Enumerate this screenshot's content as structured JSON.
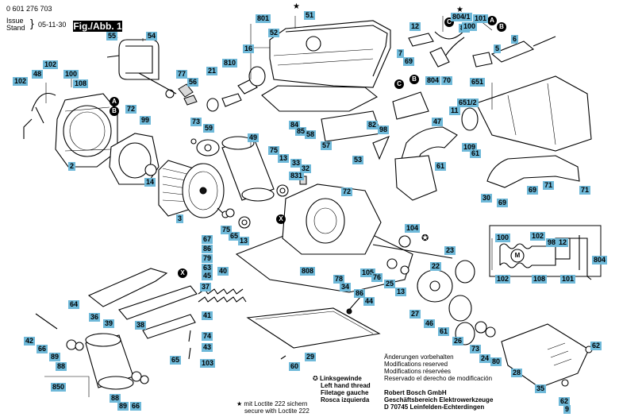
{
  "header": {
    "doc_number": "0 601 276 703",
    "issue_label": "Issue",
    "stand_label": "Stand",
    "issue_date": "05-11-30",
    "fig_label": "Fig./Abb. 1"
  },
  "legend": {
    "left_thread": [
      "Linksgewinde",
      "Left hand thread",
      "Filetage gauche",
      "Rosca izquierda"
    ],
    "loctite": [
      "mit Loctite 222 sichern",
      "secure with Loctite 222"
    ],
    "modifications": [
      "Änderungen vorbehalten",
      "Modifications reserved",
      "Modifications réservées",
      "Reservado el derecho de modificación"
    ],
    "company": [
      "Robert Bosch GmbH",
      "Geschäftsbereich Elektrowerkzeuge",
      "D 70745 Leinfelden-Echterdingen"
    ]
  },
  "callouts": [
    {
      "id": "c801",
      "text": "801"
    },
    {
      "id": "c51",
      "text": "51"
    },
    {
      "id": "c52",
      "text": "52"
    },
    {
      "id": "c16",
      "text": "16"
    },
    {
      "id": "c810",
      "text": "810"
    },
    {
      "id": "c21",
      "text": "21"
    },
    {
      "id": "c55",
      "text": "55"
    },
    {
      "id": "c54",
      "text": "54"
    },
    {
      "id": "c77",
      "text": "77"
    },
    {
      "id": "c56",
      "text": "56"
    },
    {
      "id": "c102a",
      "text": "102"
    },
    {
      "id": "c48",
      "text": "48"
    },
    {
      "id": "c100a",
      "text": "100"
    },
    {
      "id": "c108",
      "text": "108"
    },
    {
      "id": "c102b",
      "text": "102"
    },
    {
      "id": "c72a",
      "text": "72"
    },
    {
      "id": "c2",
      "text": "2"
    },
    {
      "id": "c99",
      "text": "99"
    },
    {
      "id": "c14",
      "text": "14"
    },
    {
      "id": "c3",
      "text": "3"
    },
    {
      "id": "c73a",
      "text": "73"
    },
    {
      "id": "c59",
      "text": "59"
    },
    {
      "id": "c49",
      "text": "49"
    },
    {
      "id": "c75a",
      "text": "75"
    },
    {
      "id": "c13a",
      "text": "13"
    },
    {
      "id": "c33",
      "text": "33"
    },
    {
      "id": "c32",
      "text": "32"
    },
    {
      "id": "c831",
      "text": "831"
    },
    {
      "id": "c72b",
      "text": "72"
    },
    {
      "id": "c75b",
      "text": "75"
    },
    {
      "id": "c65a",
      "text": "65"
    },
    {
      "id": "c13b",
      "text": "13"
    },
    {
      "id": "c12",
      "text": "12"
    },
    {
      "id": "c804a",
      "text": "804/1"
    },
    {
      "id": "c83",
      "text": "83"
    },
    {
      "id": "c101a",
      "text": "101"
    },
    {
      "id": "c100b",
      "text": "100"
    },
    {
      "id": "c6",
      "text": "6"
    },
    {
      "id": "c5",
      "text": "5"
    },
    {
      "id": "c7",
      "text": "7"
    },
    {
      "id": "c69a",
      "text": "69"
    },
    {
      "id": "c804b",
      "text": "804"
    },
    {
      "id": "c70",
      "text": "70"
    },
    {
      "id": "c651",
      "text": "651"
    },
    {
      "id": "c6512",
      "text": "651/2"
    },
    {
      "id": "c11",
      "text": "11"
    },
    {
      "id": "c47",
      "text": "47"
    },
    {
      "id": "c109",
      "text": "109"
    },
    {
      "id": "c61a",
      "text": "61"
    },
    {
      "id": "c61b",
      "text": "61"
    },
    {
      "id": "c84",
      "text": "84"
    },
    {
      "id": "c85",
      "text": "85"
    },
    {
      "id": "c58",
      "text": "58"
    },
    {
      "id": "c82",
      "text": "82"
    },
    {
      "id": "c98a",
      "text": "98"
    },
    {
      "id": "c57",
      "text": "57"
    },
    {
      "id": "c53",
      "text": "53"
    },
    {
      "id": "c30",
      "text": "30"
    },
    {
      "id": "c69b",
      "text": "69"
    },
    {
      "id": "c69c",
      "text": "69"
    },
    {
      "id": "c71a",
      "text": "71"
    },
    {
      "id": "c71b",
      "text": "71"
    },
    {
      "id": "c67",
      "text": "67"
    },
    {
      "id": "c86a",
      "text": "86"
    },
    {
      "id": "c79",
      "text": "79"
    },
    {
      "id": "c63",
      "text": "63"
    },
    {
      "id": "c45",
      "text": "45"
    },
    {
      "id": "c40",
      "text": "40"
    },
    {
      "id": "c37",
      "text": "37"
    },
    {
      "id": "c64",
      "text": "64"
    },
    {
      "id": "c36",
      "text": "36"
    },
    {
      "id": "c39",
      "text": "39"
    },
    {
      "id": "c38",
      "text": "38"
    },
    {
      "id": "c41",
      "text": "41"
    },
    {
      "id": "c42",
      "text": "42"
    },
    {
      "id": "c66a",
      "text": "66"
    },
    {
      "id": "c89a",
      "text": "89"
    },
    {
      "id": "c88a",
      "text": "88"
    },
    {
      "id": "c65b",
      "text": "65"
    },
    {
      "id": "c74",
      "text": "74"
    },
    {
      "id": "c43",
      "text": "43"
    },
    {
      "id": "c103",
      "text": "103"
    },
    {
      "id": "c850",
      "text": "850"
    },
    {
      "id": "c88b",
      "text": "88"
    },
    {
      "id": "c89b",
      "text": "89"
    },
    {
      "id": "c66b",
      "text": "66"
    },
    {
      "id": "c808",
      "text": "808"
    },
    {
      "id": "c78",
      "text": "78"
    },
    {
      "id": "c34",
      "text": "34"
    },
    {
      "id": "c86b",
      "text": "86"
    },
    {
      "id": "c44",
      "text": "44"
    },
    {
      "id": "c29",
      "text": "29"
    },
    {
      "id": "c60",
      "text": "60"
    },
    {
      "id": "c104",
      "text": "104"
    },
    {
      "id": "c23",
      "text": "23"
    },
    {
      "id": "c105",
      "text": "105"
    },
    {
      "id": "c76",
      "text": "76"
    },
    {
      "id": "c25",
      "text": "25"
    },
    {
      "id": "c13c",
      "text": "13"
    },
    {
      "id": "c22",
      "text": "22"
    },
    {
      "id": "c27",
      "text": "27"
    },
    {
      "id": "c46",
      "text": "46"
    },
    {
      "id": "c61c",
      "text": "61"
    },
    {
      "id": "c26",
      "text": "26"
    },
    {
      "id": "c73b",
      "text": "73"
    },
    {
      "id": "c24",
      "text": "24"
    },
    {
      "id": "c80",
      "text": "80"
    },
    {
      "id": "c28",
      "text": "28"
    },
    {
      "id": "c35",
      "text": "35"
    },
    {
      "id": "c62a",
      "text": "62"
    },
    {
      "id": "c62b",
      "text": "62"
    },
    {
      "id": "c9",
      "text": "9"
    },
    {
      "id": "c100c",
      "text": "100"
    },
    {
      "id": "c102c",
      "text": "102"
    },
    {
      "id": "c98b",
      "text": "98"
    },
    {
      "id": "c12b",
      "text": "12"
    },
    {
      "id": "c804c",
      "text": "804"
    },
    {
      "id": "c102d",
      "text": "102"
    },
    {
      "id": "c108b",
      "text": "108"
    },
    {
      "id": "c101b",
      "text": "101"
    }
  ],
  "markers": {
    "circle_a": "A",
    "circle_b": "B",
    "circle_c": "C",
    "circle_x": "X",
    "motor": "M"
  }
}
